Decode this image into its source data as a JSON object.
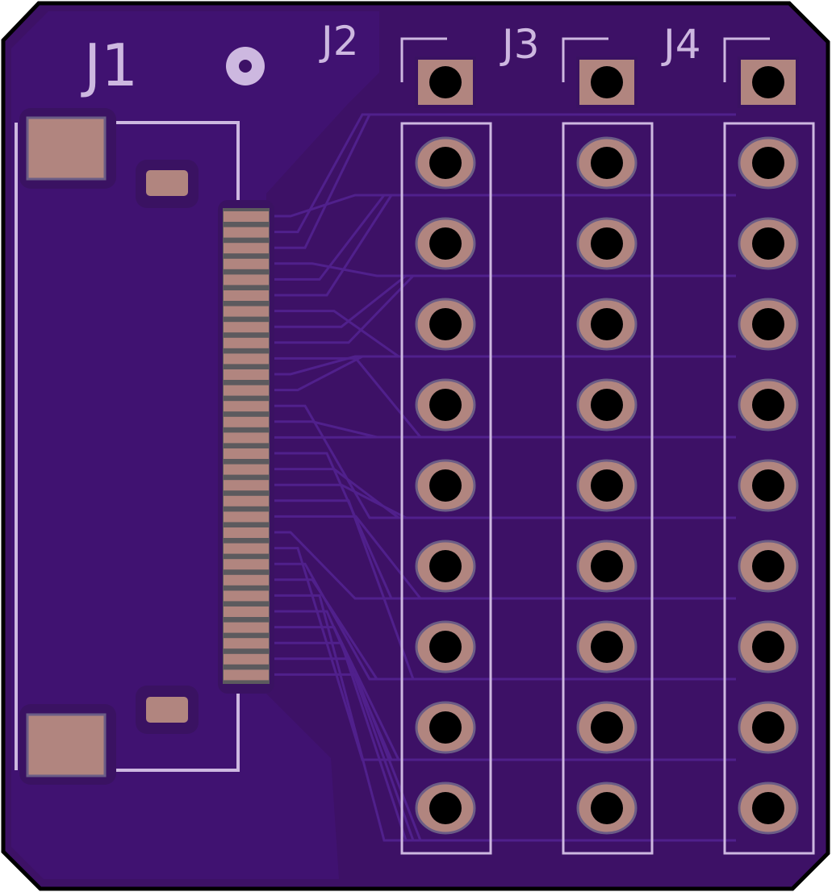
{
  "board": {
    "colors": {
      "outline": "#000000",
      "substrate": "#3d1166",
      "copper_pour": "#44147a",
      "trace": "#50208c",
      "pad": "#b1857f",
      "pad_ring": "#6b5d86",
      "drill": "#000000",
      "silkscreen": "#cdb8e0",
      "fpc_pin_gap": "#5c5a5e"
    },
    "labels": {
      "j1": "J1",
      "j2": "J2",
      "j3": "J3",
      "j4": "J4"
    },
    "connectors": [
      {
        "ref": "J2",
        "pins": 10
      },
      {
        "ref": "J3",
        "pins": 10
      },
      {
        "ref": "J4",
        "pins": 10
      }
    ],
    "fpc": {
      "ref": "J1",
      "pins": 30
    }
  }
}
